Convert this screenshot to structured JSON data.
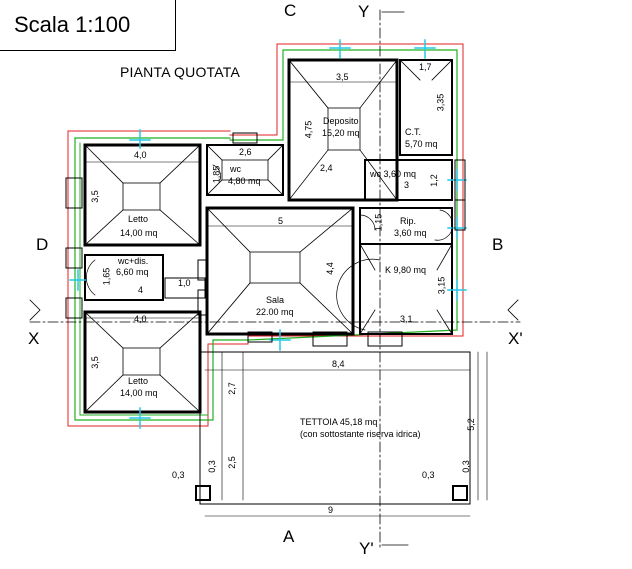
{
  "header": {
    "scale": "Scala 1:100",
    "subtitle": "PIANTA QUOTATA"
  },
  "axes": {
    "top_c": "C",
    "top_y": "Y",
    "left_d": "D",
    "right_b": "B",
    "left_x": "X",
    "right_x": "X'",
    "bottom_a": "A",
    "bottom_y": "Y'"
  },
  "rooms": {
    "deposito": {
      "name": "Deposito",
      "area": "15,20 mq"
    },
    "ct": {
      "name": "C.T.",
      "area": "5,70 mq"
    },
    "wc_top": {
      "name": "wc",
      "area": "4,80 mq"
    },
    "wc_right": {
      "name": "wc 3,60 mq"
    },
    "letto_top": {
      "name": "Letto",
      "area": "14,00 mq"
    },
    "rip": {
      "name": "Rip.",
      "area": "3,60 mq"
    },
    "k": {
      "name": "K  9,80 mq"
    },
    "wc_dis": {
      "name": "wc+dis.",
      "area": "6,60 mq"
    },
    "sala": {
      "name": "Sala",
      "area": "22.00 mq"
    },
    "letto_bottom": {
      "name": "Letto",
      "area": "14,00 mq"
    },
    "tettoia": {
      "name": "TETTOIA 45,18 mq",
      "note": "(con sottostante riserva idrica)"
    }
  },
  "dimensions": {
    "d_3_5_top": "3,5",
    "d_1_7": "1,7",
    "d_3_35": "3,35",
    "d_4_75": "4,75",
    "d_2_4": "2,4",
    "d_3_right": "3",
    "d_1_2": "1,2",
    "d_4_0_top": "4,0",
    "d_2_6": "2,6",
    "d_1_85": "1,85",
    "d_3_5_left_top": "3,5",
    "d_5": "5",
    "d_1_15": "1,15",
    "d_4_4": "4,4",
    "d_3_15": "3,15",
    "d_1_65": "1,65",
    "d_4": "4",
    "d_1_0": "1,0",
    "d_4_0_bottom": "4,0",
    "d_3_1": "3,1",
    "d_3_5_left_bottom": "3,5",
    "d_8_4": "8,4",
    "d_2_7": "2,7",
    "d_5_2": "5,2",
    "d_2_5": "2,5",
    "d_0_3_a": "0,3",
    "d_0_3_b": "0,3",
    "d_0_3_c": "0,3",
    "d_0_3_d": "0,3",
    "d_9": "9"
  }
}
